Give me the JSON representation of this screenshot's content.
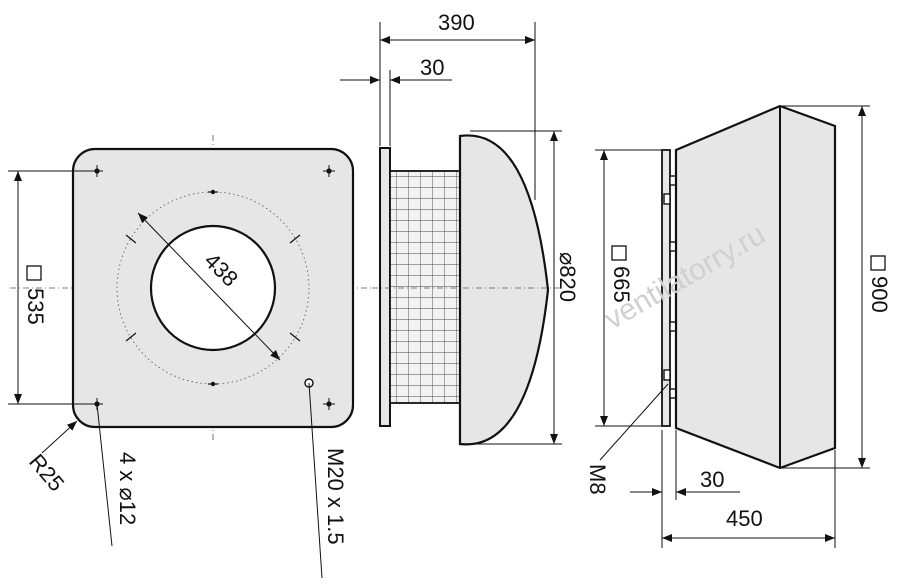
{
  "dimensions": {
    "square_535": "535",
    "radius": "R25",
    "holes_4x12": "4 x ⌀12",
    "bore_438": "438",
    "thread": "M20 x 1.5",
    "total_390": "390",
    "flange_30": "30",
    "dia_820": "⌀820",
    "square_665": "665",
    "bolt_m8": "M8",
    "depth_30": "30",
    "depth_450": "450",
    "square_900": "900"
  },
  "watermark": "ventilatorry.ru",
  "colors": {
    "body_fill": "#e6e6e6",
    "line": "#111111"
  }
}
